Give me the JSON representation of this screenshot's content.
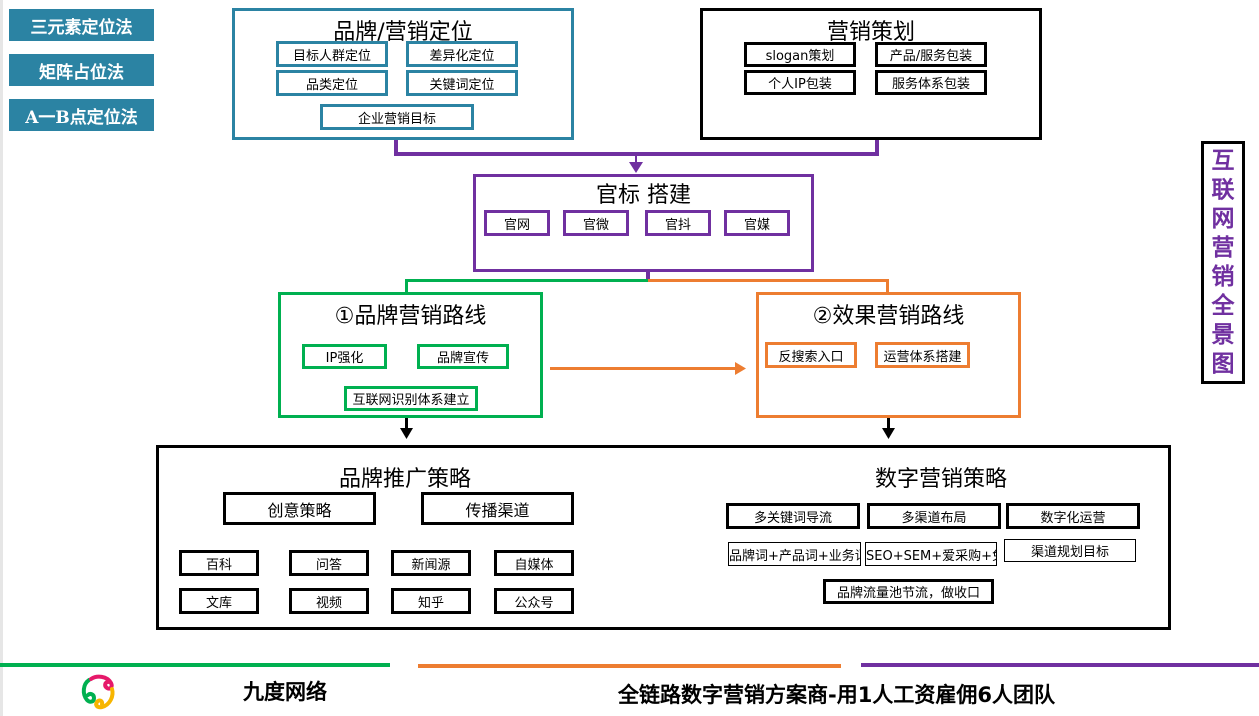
{
  "methods": [
    "三元素定位法",
    "矩阵占位法",
    "A一B点定位法"
  ],
  "brand_positioning": {
    "title": "品牌/营销定位",
    "items": [
      "目标人群定位",
      "差异化定位",
      "品类定位",
      "关键词定位"
    ],
    "goal": "企业营销目标"
  },
  "marketing_planning": {
    "title": "营销策划",
    "items": [
      "slogan策划",
      "产品/服务包装",
      "个人IP包装",
      "服务体系包装"
    ]
  },
  "official_build": {
    "title": "官标 搭建",
    "items": [
      "官网",
      "官微",
      "官抖",
      "官媒"
    ]
  },
  "brand_route": {
    "title": "①品牌营销路线",
    "items": [
      "IP强化",
      "品牌宣传"
    ],
    "bottom_item": "互联网识别体系建立"
  },
  "effect_route": {
    "title": "②效果营销路线",
    "items": [
      "反搜索入口",
      "运营体系搭建"
    ]
  },
  "brand_promotion": {
    "title": "品牌推广策略",
    "strategies": [
      "创意策略",
      "传播渠道"
    ],
    "channels_row1": [
      "百科",
      "问答",
      "新闻源",
      "自媒体"
    ],
    "channels_row2": [
      "文库",
      "视频",
      "知乎",
      "公众号"
    ]
  },
  "digital_marketing": {
    "title": "数字营销策略",
    "items": [
      "多关键词导流",
      "多渠道布局",
      "数字化运营"
    ],
    "details": [
      "品牌词+产品词+业务词",
      "SEO+SEM+爱采购+免推",
      "渠道规划目标"
    ],
    "bottom_item": "品牌流量池节流，做收口"
  },
  "side_title": [
    "互",
    "联",
    "网",
    "营",
    "销",
    "全",
    "景",
    "图"
  ],
  "footer": {
    "company": "九度网络",
    "slogan": "全链路数字营销方案商-用1人工资雇佣6人团队"
  },
  "colors": {
    "teal": "#2b83a3",
    "purple": "#7030a0",
    "green": "#00b050",
    "orange": "#ed7d31",
    "black": "#000000"
  }
}
